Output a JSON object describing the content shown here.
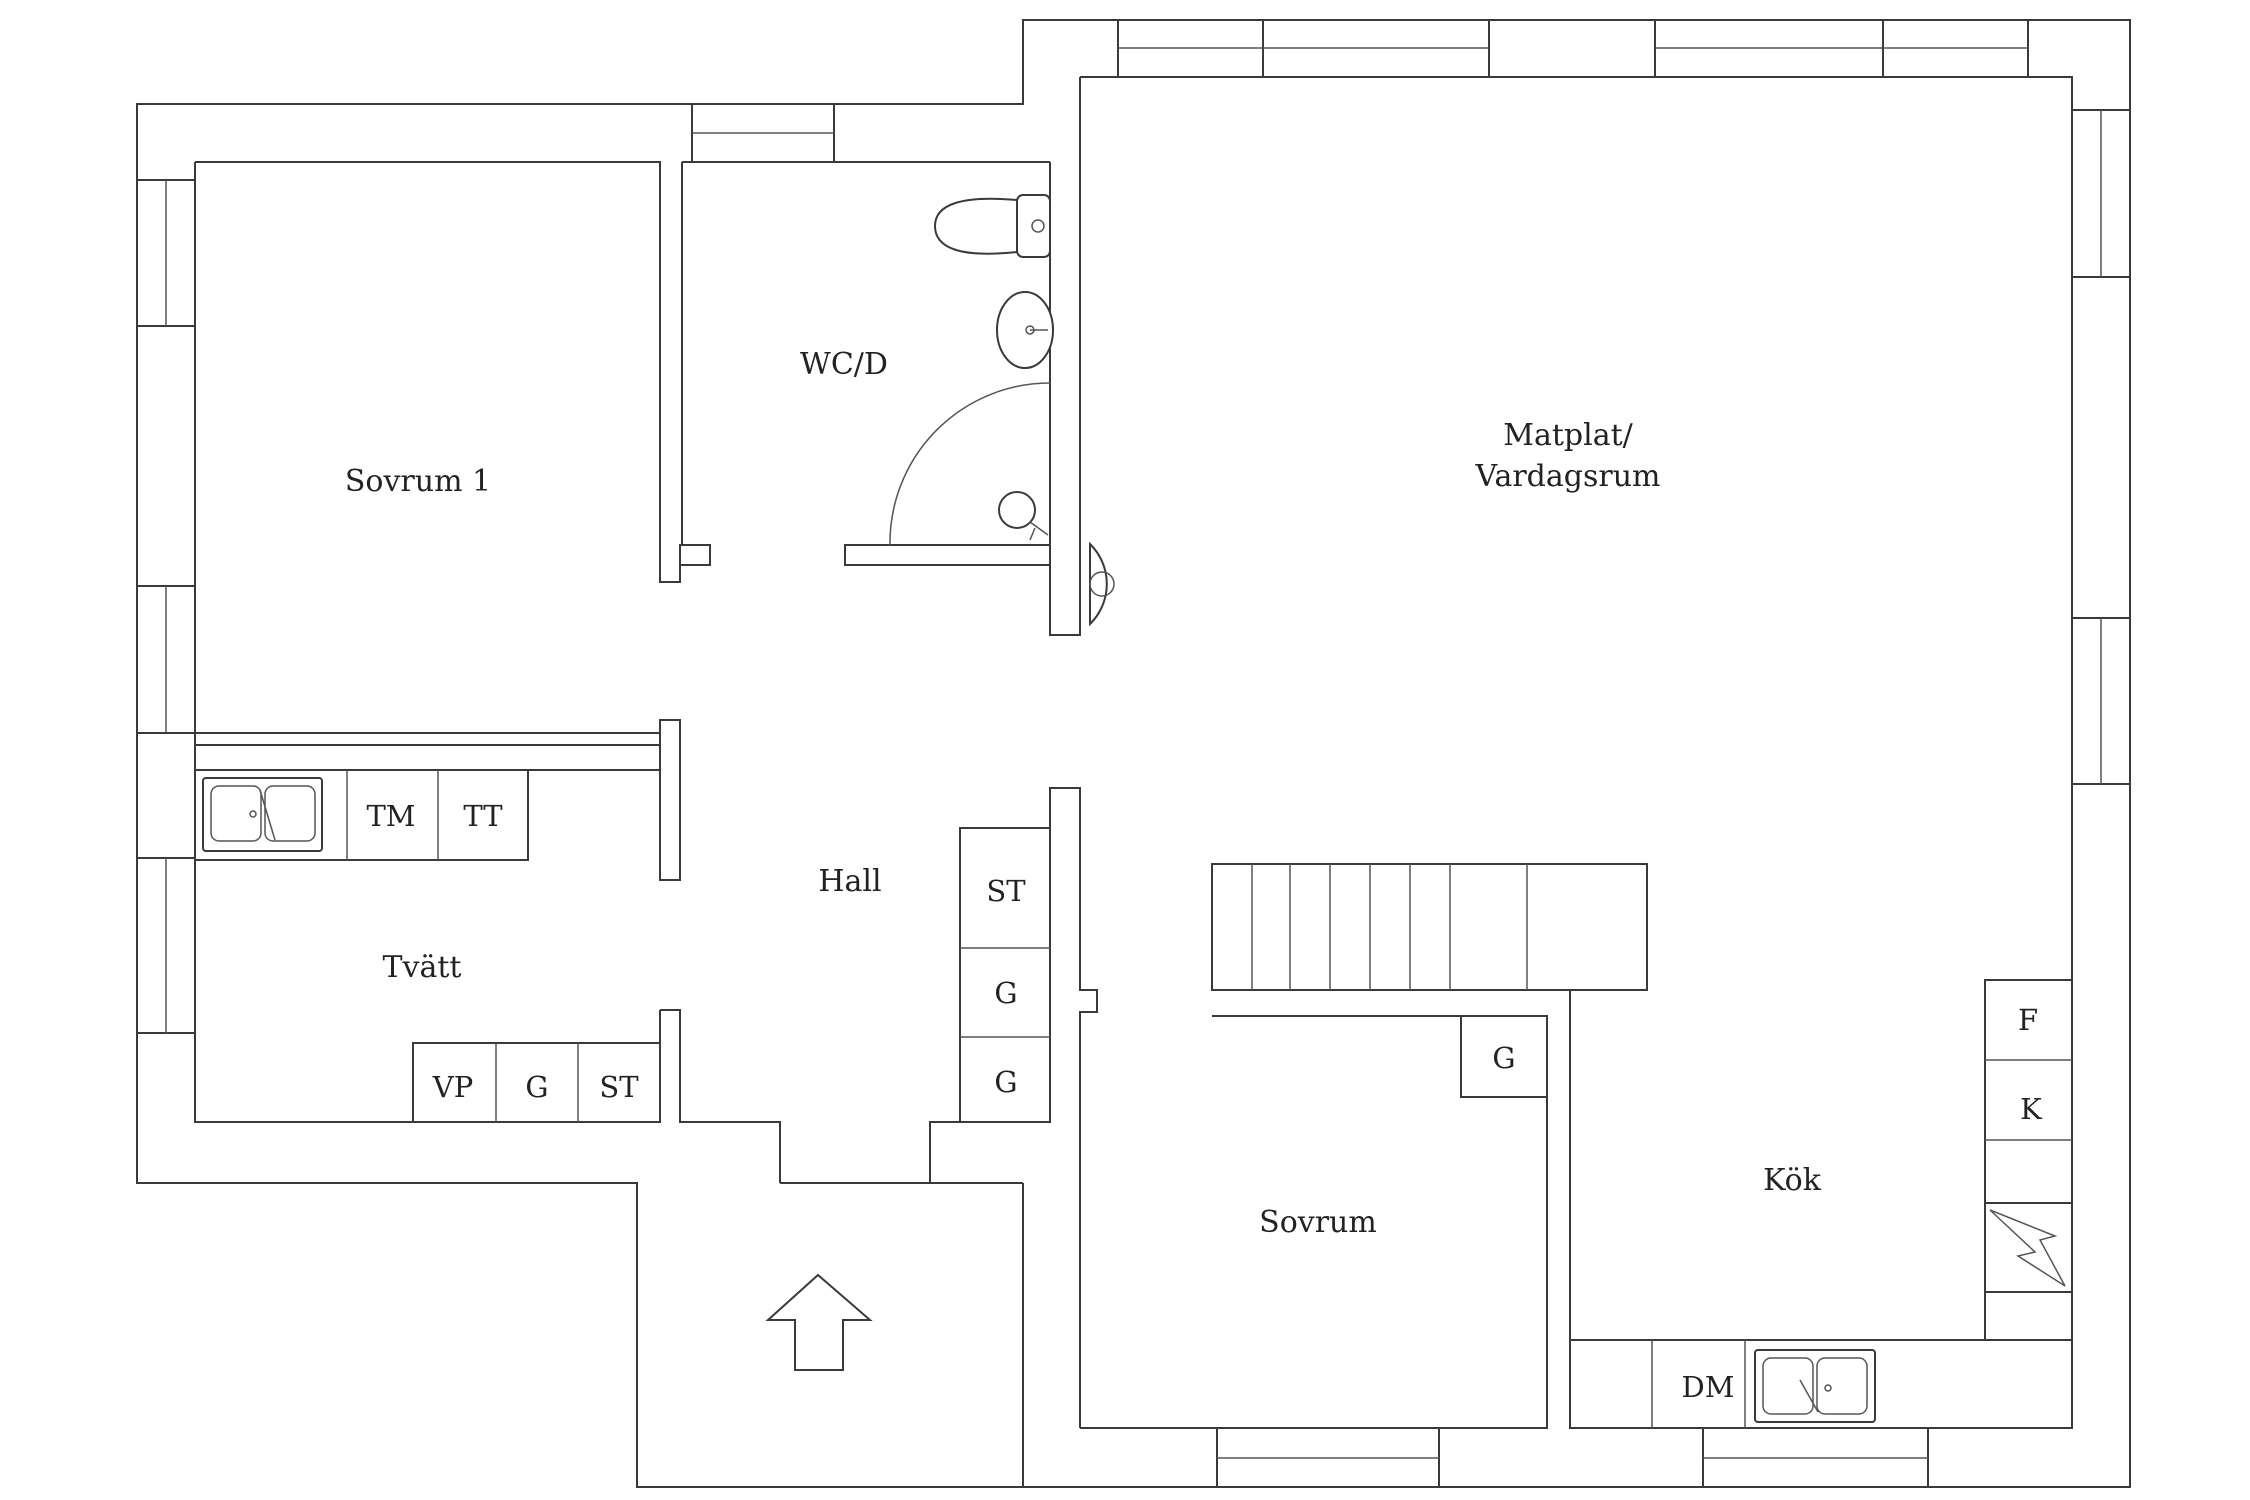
{
  "rooms": {
    "sovrum1": "Sovrum 1",
    "wcd": "WC/D",
    "matplats_line1": "Matplat/",
    "matplats_line2": "Vardagsrum",
    "hall": "Hall",
    "tvatt": "Tvätt",
    "sovrum": "Sovrum",
    "kok": "Kök"
  },
  "appliances": {
    "tm": "TM",
    "tt": "TT",
    "st_hall": "ST",
    "g_hall_1": "G",
    "g_hall_2": "G",
    "vp": "VP",
    "g_tvatt": "G",
    "st_tvatt": "ST",
    "g_sovrum": "G",
    "f": "F",
    "k": "K",
    "dm": "DM"
  },
  "icons": {
    "entrance": "entrance-arrow-icon",
    "fireplace": "fireplace-icon",
    "toilet": "toilet-icon",
    "washbasin": "washbasin-icon",
    "shower": "shower-icon",
    "sink": "sink-icon",
    "chimney": "chimney-icon"
  }
}
